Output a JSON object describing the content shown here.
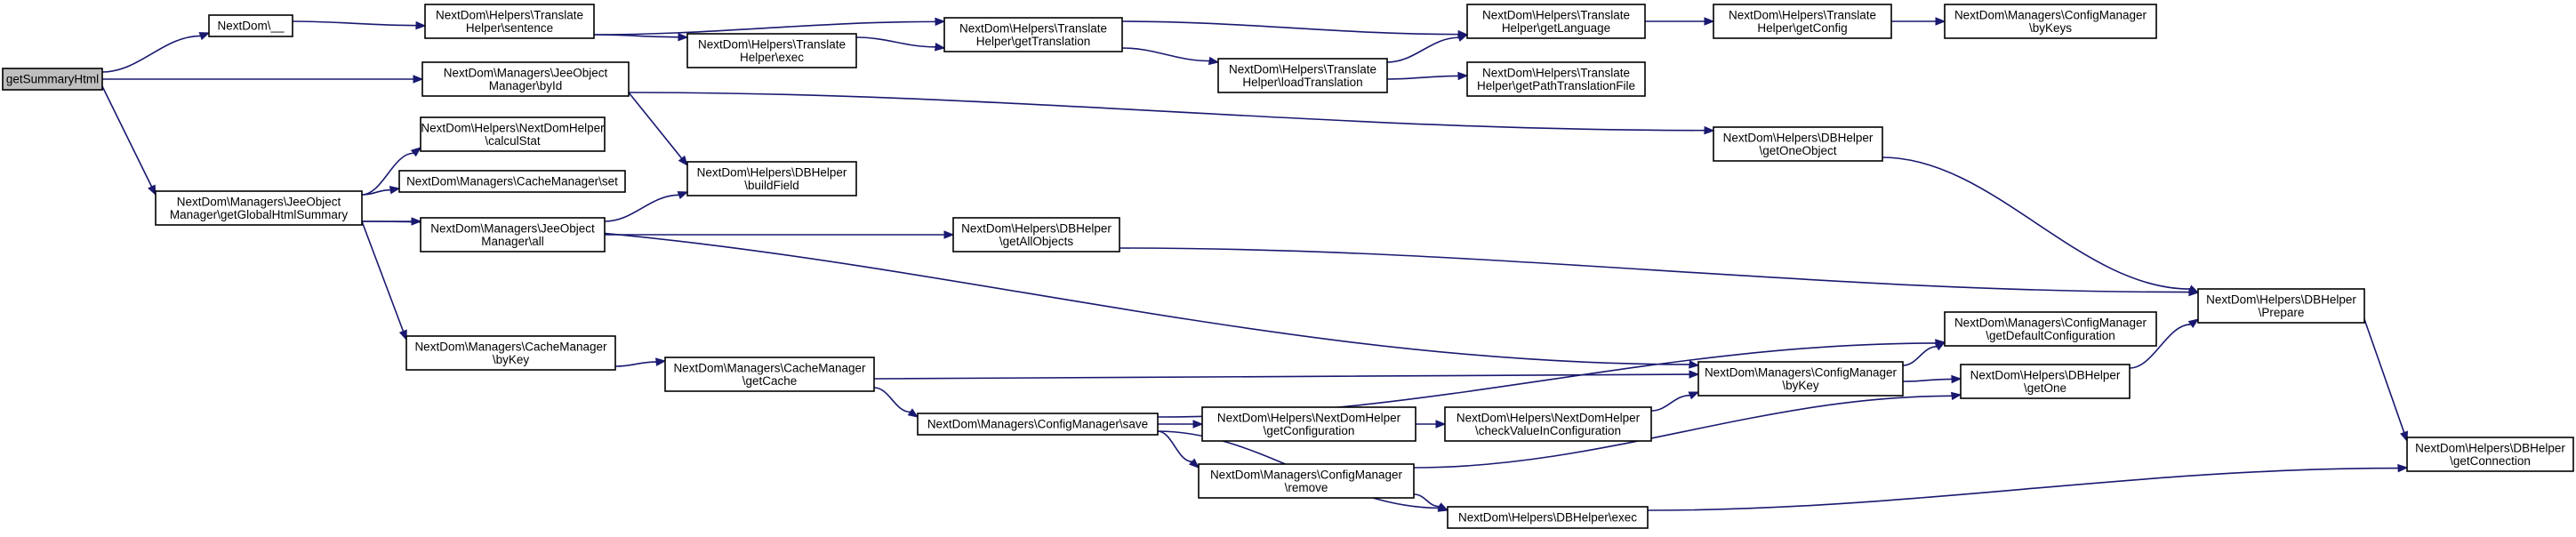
{
  "graph": {
    "nodes": [
      {
        "id": "n0",
        "lines": [
          "getSummaryHtml"
        ],
        "root": true
      },
      {
        "id": "n1",
        "lines": [
          "NextDom\\__"
        ]
      },
      {
        "id": "n2",
        "lines": [
          "NextDom\\Managers\\JeeObject",
          "Manager\\byId"
        ]
      },
      {
        "id": "n3",
        "lines": [
          "NextDom\\Managers\\JeeObject",
          "Manager\\getGlobalHtmlSummary"
        ]
      },
      {
        "id": "n4",
        "lines": [
          "NextDom\\Helpers\\Translate",
          "Helper\\sentence"
        ]
      },
      {
        "id": "n5",
        "lines": [
          "NextDom\\Helpers\\Translate",
          "Helper\\exec"
        ]
      },
      {
        "id": "n6",
        "lines": [
          "NextDom\\Helpers\\Translate",
          "Helper\\getTranslation"
        ]
      },
      {
        "id": "n7",
        "lines": [
          "NextDom\\Helpers\\Translate",
          "Helper\\getLanguage"
        ]
      },
      {
        "id": "n8",
        "lines": [
          "NextDom\\Helpers\\Translate",
          "Helper\\getConfig"
        ]
      },
      {
        "id": "n9",
        "lines": [
          "NextDom\\Managers\\ConfigManager",
          "\\byKeys"
        ]
      },
      {
        "id": "n10",
        "lines": [
          "NextDom\\Helpers\\Translate",
          "Helper\\loadTranslation"
        ]
      },
      {
        "id": "n11",
        "lines": [
          "NextDom\\Helpers\\Translate",
          "Helper\\getPathTranslationFile"
        ]
      },
      {
        "id": "n12",
        "lines": [
          "NextDom\\Helpers\\DBHelper",
          "\\buildField"
        ]
      },
      {
        "id": "n13",
        "lines": [
          "NextDom\\Helpers\\DBHelper",
          "\\getOneObject"
        ]
      },
      {
        "id": "n14",
        "lines": [
          "NextDom\\Helpers\\NextDomHelper",
          "\\calculStat"
        ]
      },
      {
        "id": "n15",
        "lines": [
          "NextDom\\Managers\\CacheManager\\set"
        ]
      },
      {
        "id": "n16",
        "lines": [
          "NextDom\\Managers\\JeeObject",
          "Manager\\all"
        ]
      },
      {
        "id": "n17",
        "lines": [
          "NextDom\\Managers\\CacheManager",
          "\\byKey"
        ]
      },
      {
        "id": "n18",
        "lines": [
          "NextDom\\Managers\\ConfigManager",
          "\\byKey"
        ]
      },
      {
        "id": "n19",
        "lines": [
          "NextDom\\Helpers\\DBHelper",
          "\\getAllObjects"
        ]
      },
      {
        "id": "n20",
        "lines": [
          "NextDom\\Helpers\\DBHelper",
          "\\Prepare"
        ]
      },
      {
        "id": "n21",
        "lines": [
          "NextDom\\Managers\\CacheManager",
          "\\getCache"
        ]
      },
      {
        "id": "n22",
        "lines": [
          "NextDom\\Managers\\ConfigManager\\save"
        ]
      },
      {
        "id": "n23",
        "lines": [
          "NextDom\\Managers\\ConfigManager",
          "\\getDefaultConfiguration"
        ]
      },
      {
        "id": "n24",
        "lines": [
          "NextDom\\Helpers\\DBHelper",
          "\\getOne"
        ]
      },
      {
        "id": "n25",
        "lines": [
          "NextDom\\Helpers\\NextDomHelper",
          "\\getConfiguration"
        ]
      },
      {
        "id": "n26",
        "lines": [
          "NextDom\\Helpers\\NextDomHelper",
          "\\checkValueInConfiguration"
        ]
      },
      {
        "id": "n27",
        "lines": [
          "NextDom\\Managers\\ConfigManager",
          "\\remove"
        ]
      },
      {
        "id": "n28",
        "lines": [
          "NextDom\\Helpers\\DBHelper\\exec"
        ]
      },
      {
        "id": "n29",
        "lines": [
          "NextDom\\Helpers\\DBHelper",
          "\\getConnection"
        ]
      }
    ],
    "edges": [
      [
        "n0",
        "n1"
      ],
      [
        "n0",
        "n2"
      ],
      [
        "n0",
        "n3"
      ],
      [
        "n1",
        "n4"
      ],
      [
        "n4",
        "n5"
      ],
      [
        "n4",
        "n6"
      ],
      [
        "n5",
        "n6"
      ],
      [
        "n6",
        "n7"
      ],
      [
        "n6",
        "n10"
      ],
      [
        "n7",
        "n8"
      ],
      [
        "n8",
        "n9"
      ],
      [
        "n10",
        "n7"
      ],
      [
        "n10",
        "n11"
      ],
      [
        "n2",
        "n12"
      ],
      [
        "n2",
        "n13"
      ],
      [
        "n13",
        "n20"
      ],
      [
        "n3",
        "n14"
      ],
      [
        "n3",
        "n15"
      ],
      [
        "n3",
        "n16"
      ],
      [
        "n3",
        "n17"
      ],
      [
        "n3",
        "n18"
      ],
      [
        "n16",
        "n12"
      ],
      [
        "n16",
        "n19"
      ],
      [
        "n19",
        "n20"
      ],
      [
        "n17",
        "n21"
      ],
      [
        "n21",
        "n18"
      ],
      [
        "n21",
        "n22"
      ],
      [
        "n22",
        "n23"
      ],
      [
        "n22",
        "n25"
      ],
      [
        "n22",
        "n27"
      ],
      [
        "n22",
        "n28"
      ],
      [
        "n25",
        "n26"
      ],
      [
        "n26",
        "n18"
      ],
      [
        "n18",
        "n23"
      ],
      [
        "n18",
        "n24"
      ],
      [
        "n24",
        "n20"
      ],
      [
        "n20",
        "n29"
      ],
      [
        "n27",
        "n24"
      ],
      [
        "n27",
        "n28"
      ],
      [
        "n28",
        "n29"
      ]
    ]
  },
  "colors": {
    "edge": "#191970",
    "node_border": "#000000",
    "node_fill": "#ffffff",
    "root_fill": "#bfbfbf"
  }
}
